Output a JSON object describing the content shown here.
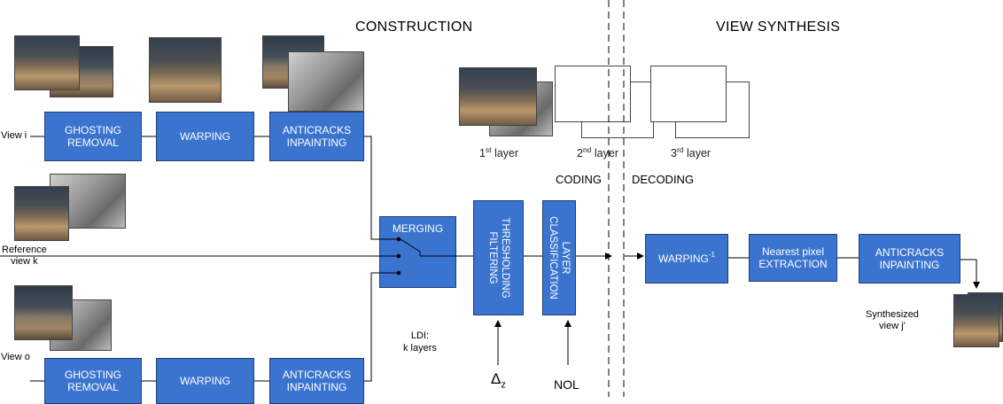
{
  "headings": {
    "construction": "CONSTRUCTION",
    "view_synthesis": "VIEW SYNTHESIS",
    "coding": "CODING",
    "decoding": "DECODING"
  },
  "inputs": {
    "view_i": "View i",
    "reference": "Reference\nview k",
    "view_o": "View o"
  },
  "top_chain": {
    "ghosting": "GHOSTING\nREMOVAL",
    "warping": "WARPING",
    "anticracks": "ANTICRACKS\nINPAINTING"
  },
  "bottom_chain": {
    "ghosting": "GHOSTING\nREMOVAL",
    "warping": "WARPING",
    "anticracks": "ANTICRACKS\nINPAINTING"
  },
  "merging": "MERGING",
  "thresholding": "THRESHOLDING\nFILTERING",
  "layer_classification": "LAYER\nCLASSIFICATION",
  "ldi_label": "LDI:\nk layers",
  "delta_z": "Δ",
  "delta_sub": "z",
  "nol": "NOL",
  "layers": {
    "first": {
      "num": "1",
      "sup": "st",
      "word": "layer"
    },
    "second": {
      "num": "2",
      "sup": "nd",
      "word": "layer"
    },
    "third": {
      "num": "3",
      "sup": "rd",
      "word": "layer"
    }
  },
  "synthesis": {
    "warping_inv": "WARPING",
    "warping_exp": "-1",
    "nearest": "Nearest pixel\nEXTRACTION",
    "anticracks": "ANTICRACKS\nINPAINTING",
    "output": "Synthesized\nview j'"
  },
  "colors": {
    "box_fill": "#3a74cf",
    "box_border": "#1f3f78",
    "line": "#000000"
  }
}
